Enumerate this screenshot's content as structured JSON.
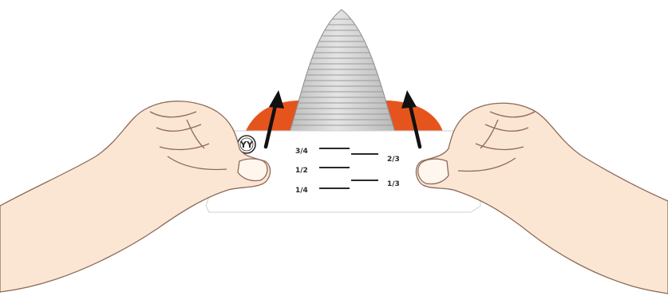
{
  "card": {
    "logo_text": "YY",
    "marks_left": [
      "3/4",
      "1/2",
      "1/4"
    ],
    "marks_right": [
      "2/3",
      "1/3"
    ]
  },
  "colors": {
    "cone": "#d6d6d6",
    "cone_rings": "#9a9a9a",
    "base_flare": "#e5541d",
    "arrow": "#111111",
    "skin": "#fbe6d4",
    "card": "#ffffff"
  },
  "icons": [
    "up-arrow-icon",
    "brand-logo-icon"
  ]
}
